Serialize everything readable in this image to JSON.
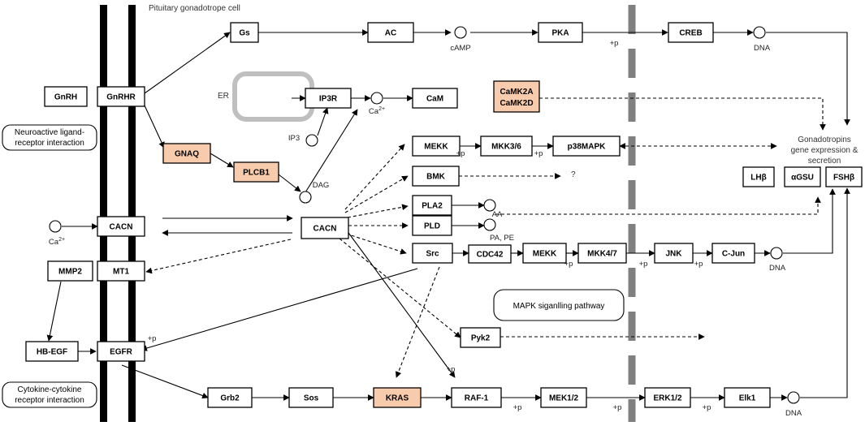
{
  "title": "Pituitary gonadotrope cell",
  "er_label": "ER",
  "nodes": {
    "gnrh": "GnRH",
    "gnrhr": "GnRHR",
    "gnaq": "GNAQ",
    "plcb1": "PLCB1",
    "gs": "Gs",
    "ac": "AC",
    "pka": "PKA",
    "creb": "CREB",
    "ip3r": "IP3R",
    "cam": "CaM",
    "camk2a": "CaMK2A",
    "camk2d": "CaMK2D",
    "mekk_top": "MEKK",
    "mkk36": "MKK3/6",
    "p38mapk": "p38MAPK",
    "bmk": "BMK",
    "pla2": "PLA2",
    "pld": "PLD",
    "src": "Src",
    "cdc42": "CDC42",
    "mekk_mid": "MEKK",
    "mkk47": "MKK4/7",
    "jnk": "JNK",
    "cjun": "C-Jun",
    "cacn_mem": "CACN",
    "cacn_cyto": "CACN",
    "mmp2": "MMP2",
    "mt1": "MT1",
    "hbegf": "HB-EGF",
    "egfr": "EGFR",
    "grb2": "Grb2",
    "sos": "Sos",
    "kras": "KRAS",
    "raf1": "RAF-1",
    "mek12": "MEK1/2",
    "erk12": "ERK1/2",
    "elk1": "Elk1",
    "pyk2": "Pyk2",
    "lhb": "LHβ",
    "agsu": "αGSU",
    "fshb": "FSHβ"
  },
  "molecules": {
    "camp": "cAMP",
    "ip3": "IP3",
    "dag": "DAG",
    "ca_base": "Ca",
    "ca_sup": "2+",
    "aa": "AA",
    "pa_pe": "PA, PE",
    "dna": "DNA"
  },
  "modifiers": {
    "plus_p": "+p",
    "unknown": "?"
  },
  "outputs": {
    "gonadotropins": [
      "Gonadotropins",
      "gene expression &",
      "secretion"
    ]
  },
  "pathway_links": {
    "neuroactive": [
      "Neuroactive ligand-",
      "receptor interaction"
    ],
    "cytokine": [
      "Cytokine-cytokine",
      "receptor interaction"
    ],
    "mapk": "MAPK siganlling pathway"
  },
  "colors": {
    "highlight": "#f8cbad",
    "normal": "#ffffff",
    "membrane": "#000000",
    "er": "#bfbfbf",
    "nuclear_dash": "#808080"
  }
}
